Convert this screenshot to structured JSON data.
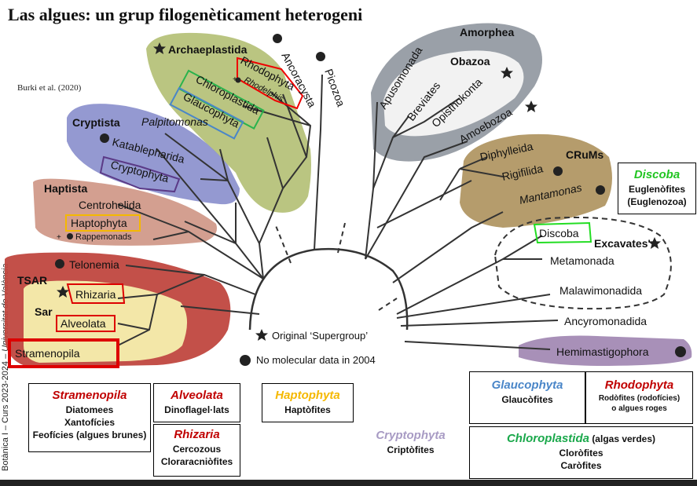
{
  "title": "Las algues: un grup filogenèticament heterogeni",
  "citation": "Burki et al. (2020)",
  "side_label": {
    "pre": "Botànica I – Curs 2023-2024 – ",
    "italic": "Universitat de València"
  },
  "tree": {
    "groups": {
      "archaeplastida": "Archaeplastida",
      "cryptista": "Cryptista",
      "haptista": "Haptista",
      "tsar": "TSAR",
      "sar": "Sar",
      "amorphea": "Amorphea",
      "obazoa": "Obazoa",
      "crums": "CRuMs",
      "excavates": "Excavates'"
    },
    "taxa": {
      "rhodophyta": "Rhodophyta",
      "rhodelphis": "Rhodelphis",
      "chloroplastida": "Chloroplastida",
      "glaucophyta": "Glaucophyta",
      "ancoracysta": "Ancoracysta",
      "picozoa": "Picozoa",
      "palpitomonas": "Palpitomonas",
      "katablepharida": "Katablepharida",
      "cryptophyta": "Cryptophyta",
      "centrohelida": "Centrohelida",
      "haptophyta": "Haptophyta",
      "rappemonads": "Rappemonads",
      "telonemia": "Telonemia",
      "rhizaria": "Rhizaria",
      "alveolata": "Alveolata",
      "stramenopila": "Stramenopila",
      "apusomonada": "Apusomonada",
      "breviates": "Breviates",
      "opisthokonta": "Opisthokonta",
      "amoebozoa": "Amoebozoa",
      "diphylleida": "Diphylleida",
      "rigifilida": "Rigifilida",
      "mantamonas": "Mantamonas",
      "discoba": "Discoba",
      "metamonada": "Metamonada",
      "malawimonadida": "Malawimonadida",
      "ancyromonadida": "Ancyromonadida",
      "hemimastigophora": "Hemimastigophora"
    },
    "legend": {
      "star": "Original ‘Supergroup’",
      "dot": "No molecular data in 2004"
    },
    "plus": "+"
  },
  "boxes": {
    "stramenopila": {
      "title": "Stramenopila",
      "lines": [
        "Diatomees",
        "Xantofícies",
        "Feofícies (algues brunes)"
      ],
      "color": "#c00000"
    },
    "alveolata": {
      "title": "Alveolata",
      "lines": [
        "Dinoflagel·lats"
      ],
      "color": "#c00000"
    },
    "rhizaria": {
      "title": "Rhizaria",
      "lines": [
        "Cercozous",
        "Cloraracniòfites"
      ],
      "color": "#c00000"
    },
    "haptophyta": {
      "title": "Haptophyta",
      "lines": [
        "Haptòfites"
      ],
      "color": "#f5b800"
    },
    "cryptophyta": {
      "title": "Cryptophyta",
      "lines": [
        "Criptòfites"
      ],
      "color": "#a89bc4"
    },
    "glaucophyta": {
      "title": "Glaucophyta",
      "lines": [
        "Glaucòfites"
      ],
      "color": "#4a86c8"
    },
    "rhodophyta": {
      "title": "Rhodophyta",
      "lines": [
        "Rodòfites (rodofícies)",
        "o algues roges"
      ],
      "color": "#c00000"
    },
    "chloroplastida": {
      "title": "Chloroplastida",
      "suffix": "(algas verdes)",
      "lines": [
        "Cloròfites",
        "Caròfites"
      ],
      "color": "#1aa84b"
    },
    "discoba": {
      "title": "Discoba",
      "lines": [
        "Euglenòfites",
        "(Euglenozoa)"
      ],
      "color": "#22c522"
    }
  },
  "colors": {
    "archaeplastida_bg": "#b6c27a",
    "cryptista_bg": "#8e94cf",
    "haptista_bg": "#d19a8a",
    "tsar_bg": "#c0473f",
    "sar_bg": "#f3e7a8",
    "amorphea_bg": "#9aa0a8",
    "obazoa_bg": "#f2f2f2",
    "crums_bg": "#b59c6c",
    "hemi_bg": "#a890b8"
  }
}
